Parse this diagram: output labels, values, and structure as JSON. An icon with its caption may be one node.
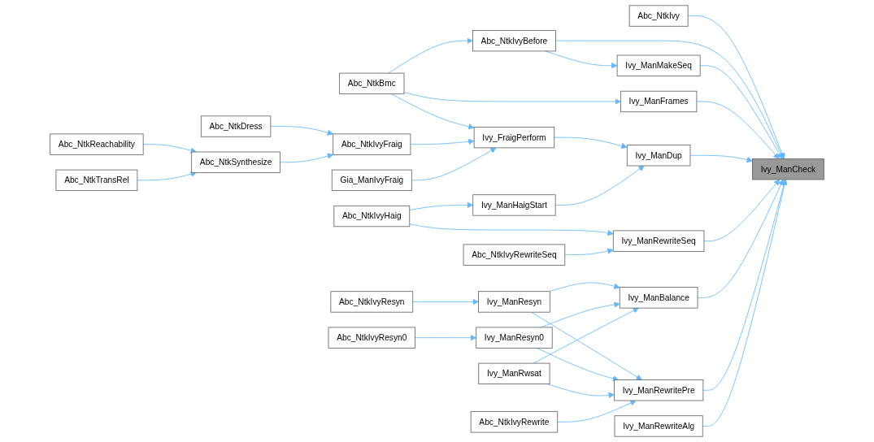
{
  "diagram": {
    "nodes": [
      {
        "text": [
          "Abc_NtkIvy"
        ]
      },
      {
        "text": [
          "Abc_NtkIvyBefore"
        ]
      },
      {
        "text": [
          "Ivy_ManMakeSeq"
        ]
      },
      {
        "text": [
          "Abc_NtkBmc"
        ]
      },
      {
        "text": [
          "Abc_NtkDress"
        ]
      },
      {
        "text": [
          "Abc_NtkIvyFraig"
        ]
      },
      {
        "text": [
          "Ivy_FraigPerform"
        ]
      },
      {
        "text": [
          "Ivy_ManFrames"
        ]
      },
      {
        "text": [
          "Abc_NtkReachability"
        ]
      },
      {
        "text": [
          "Abc_NtkSynthesize"
        ]
      },
      {
        "text": [
          "Abc_NtkTransRel"
        ]
      },
      {
        "text": [
          "Gia_ManIvyFraig"
        ]
      },
      {
        "text": [
          "Ivy_ManHaigStart"
        ]
      },
      {
        "text": [
          "Ivy_ManDup"
        ]
      },
      {
        "text": [
          "Ivy_ManCheck"
        ]
      },
      {
        "text": [
          "Abc_NtkIvyHaig"
        ]
      },
      {
        "text": [
          "Ivy_ManRewriteSeq"
        ]
      },
      {
        "text": [
          "Abc_NtkIvyRewriteSeq"
        ]
      },
      {
        "text": [
          "Abc_NtkIvyResyn"
        ]
      },
      {
        "text": [
          "Ivy_ManResyn"
        ]
      },
      {
        "text": [
          "Ivy_ManBalance"
        ]
      },
      {
        "text": [
          "Abc_NtkIvyResyn0"
        ]
      },
      {
        "text": [
          "Ivy_ManResyn0"
        ]
      },
      {
        "text": [
          "Ivy_ManRewritePre"
        ]
      },
      {
        "text": [
          "Ivy_ManRwsat"
        ]
      },
      {
        "text": [
          "Ivy_ManRewriteAlg"
        ]
      },
      {
        "text": [
          "Abc_NtkIvyRewrite"
        ]
      }
    ],
    "edges": [
      {
        "from": 0,
        "to": 14,
        "arrow": "to"
      },
      {
        "from": 1,
        "to": 2,
        "arrow": "to"
      },
      {
        "from": 1,
        "to": 14,
        "arrow": "to"
      },
      {
        "from": 2,
        "to": 14,
        "arrow": "to"
      },
      {
        "from": 3,
        "to": 1,
        "arrow": "to"
      },
      {
        "from": 3,
        "to": 7,
        "arrow": "to"
      },
      {
        "from": 3,
        "to": 6,
        "arrow": "to"
      },
      {
        "from": 7,
        "to": 14,
        "arrow": "to"
      },
      {
        "from": 4,
        "to": 5,
        "arrow": "to"
      },
      {
        "from": 8,
        "to": 9,
        "arrow": "to"
      },
      {
        "from": 10,
        "to": 9,
        "arrow": "to"
      },
      {
        "from": 9,
        "to": 5,
        "arrow": "to"
      },
      {
        "from": 5,
        "to": 6,
        "arrow": "to"
      },
      {
        "from": 11,
        "to": 6,
        "arrow": "to"
      },
      {
        "from": 6,
        "to": 13,
        "arrow": "to"
      },
      {
        "from": 12,
        "to": 13,
        "arrow": "to"
      },
      {
        "from": 13,
        "to": 14,
        "arrow": "to"
      },
      {
        "from": 15,
        "to": 12,
        "arrow": "to"
      },
      {
        "from": 15,
        "to": 16,
        "arrow": "to"
      },
      {
        "from": 17,
        "to": 16,
        "arrow": "to"
      },
      {
        "from": 16,
        "to": 14,
        "arrow": "to"
      },
      {
        "from": 20,
        "to": 14,
        "arrow": "to"
      },
      {
        "from": 18,
        "to": 19,
        "arrow": "to"
      },
      {
        "from": 19,
        "to": 20,
        "arrow": "to"
      },
      {
        "from": 19,
        "to": 23,
        "arrow": "to"
      },
      {
        "from": 21,
        "to": 22,
        "arrow": "to"
      },
      {
        "from": 22,
        "to": 20,
        "arrow": "to"
      },
      {
        "from": 22,
        "to": 23,
        "arrow": "to"
      },
      {
        "from": 24,
        "to": 20,
        "arrow": "to"
      },
      {
        "from": 24,
        "to": 23,
        "arrow": "to"
      },
      {
        "from": 26,
        "to": 23,
        "arrow": "to"
      },
      {
        "from": 23,
        "to": 14,
        "arrow": "to"
      },
      {
        "from": 25,
        "to": 14,
        "arrow": "to"
      }
    ]
  }
}
